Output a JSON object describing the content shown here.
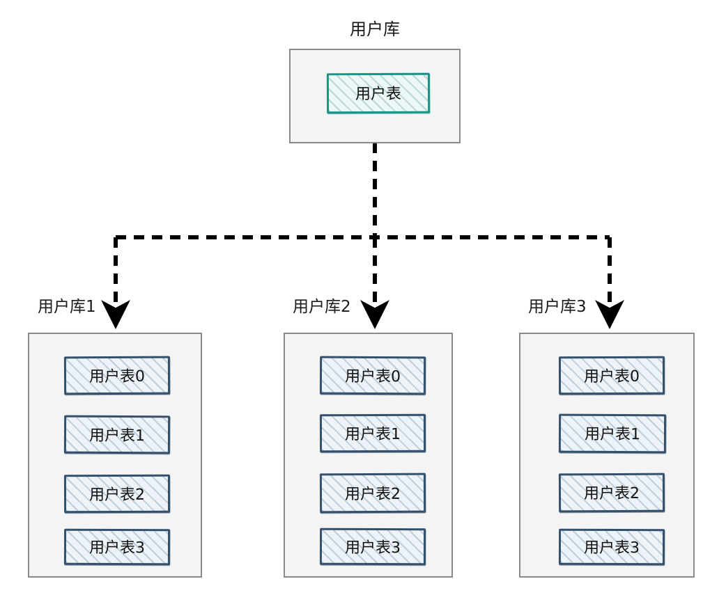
{
  "diagram": {
    "title": "用户库",
    "master": {
      "label": "用户库",
      "table": "用户表"
    },
    "shards": [
      {
        "label": "用户库1",
        "tables": [
          "用户表0",
          "用户表1",
          "用户表2",
          "用户表3"
        ]
      },
      {
        "label": "用户库2",
        "tables": [
          "用户表0",
          "用户表1",
          "用户表2",
          "用户表3"
        ]
      },
      {
        "label": "用户库3",
        "tables": [
          "用户表0",
          "用户表1",
          "用户表2",
          "用户表3"
        ]
      }
    ],
    "colors": {
      "container_fill": "#f4f4f4",
      "container_border": "#8a8a8a",
      "master_table_border": "#1b9488",
      "master_table_fill": "#ecf7f6",
      "shard_table_border": "#35506b",
      "shard_table_fill": "#eef3f8",
      "connector": "#000000",
      "background": "#ffffff"
    }
  }
}
